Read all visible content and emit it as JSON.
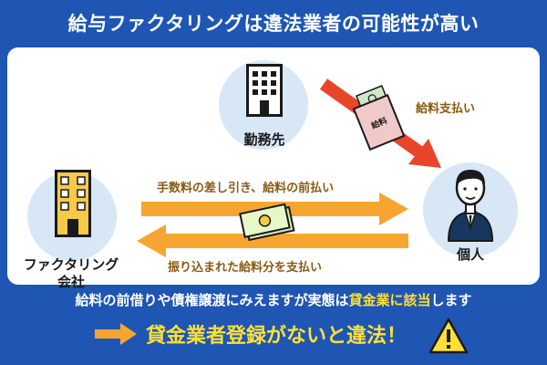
{
  "header": {
    "title": "給与ファクタリングは違法業者の可能性が高い"
  },
  "diagram": {
    "nodes": {
      "employer": "勤務先",
      "factoring_company": "ファクタリング\n会社",
      "individual": "個人"
    },
    "arrows": {
      "salary_payment": "給料支払い",
      "advance_payment": "手数料の差し引き、給料の前払い",
      "repayment": "振り込まれた給料分を支払い"
    },
    "envelope_text": "給料"
  },
  "footer": {
    "line1_prefix": "給料の前借りや債権譲渡にみえますが実態は",
    "line1_highlight": "貸金業に該当",
    "line1_suffix": "します",
    "line2": "貸金業者登録がないと違法！"
  },
  "colors": {
    "background": "#1f56b3",
    "arrow_orange": "#f7a531",
    "arrow_red": "#e8452a",
    "highlight": "#ffe033",
    "circle": "#d7e7f5"
  }
}
